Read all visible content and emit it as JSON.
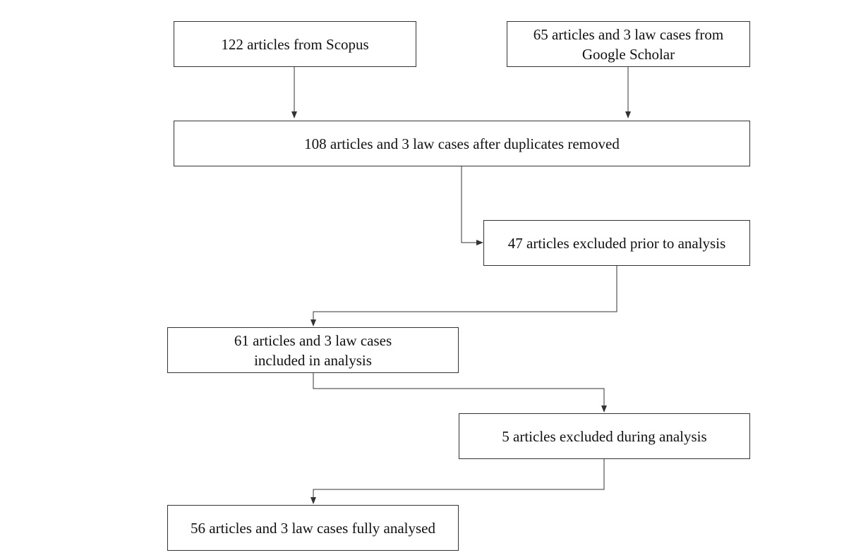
{
  "flowchart": {
    "nodes": {
      "scopus": "122 articles from Scopus",
      "scholar": "65 articles and 3 law cases from\nGoogle Scholar",
      "dedup": "108 articles and 3 law cases after duplicates removed",
      "excluded_prior": "47 articles excluded prior to analysis",
      "included": "61 articles and 3 law cases\nincluded in analysis",
      "excluded_during": "5 articles excluded during analysis",
      "fully_analysed": "56 articles and 3 law cases fully analysed"
    },
    "colors": {
      "line": "#333333",
      "text": "#111111",
      "background": "#ffffff"
    }
  }
}
